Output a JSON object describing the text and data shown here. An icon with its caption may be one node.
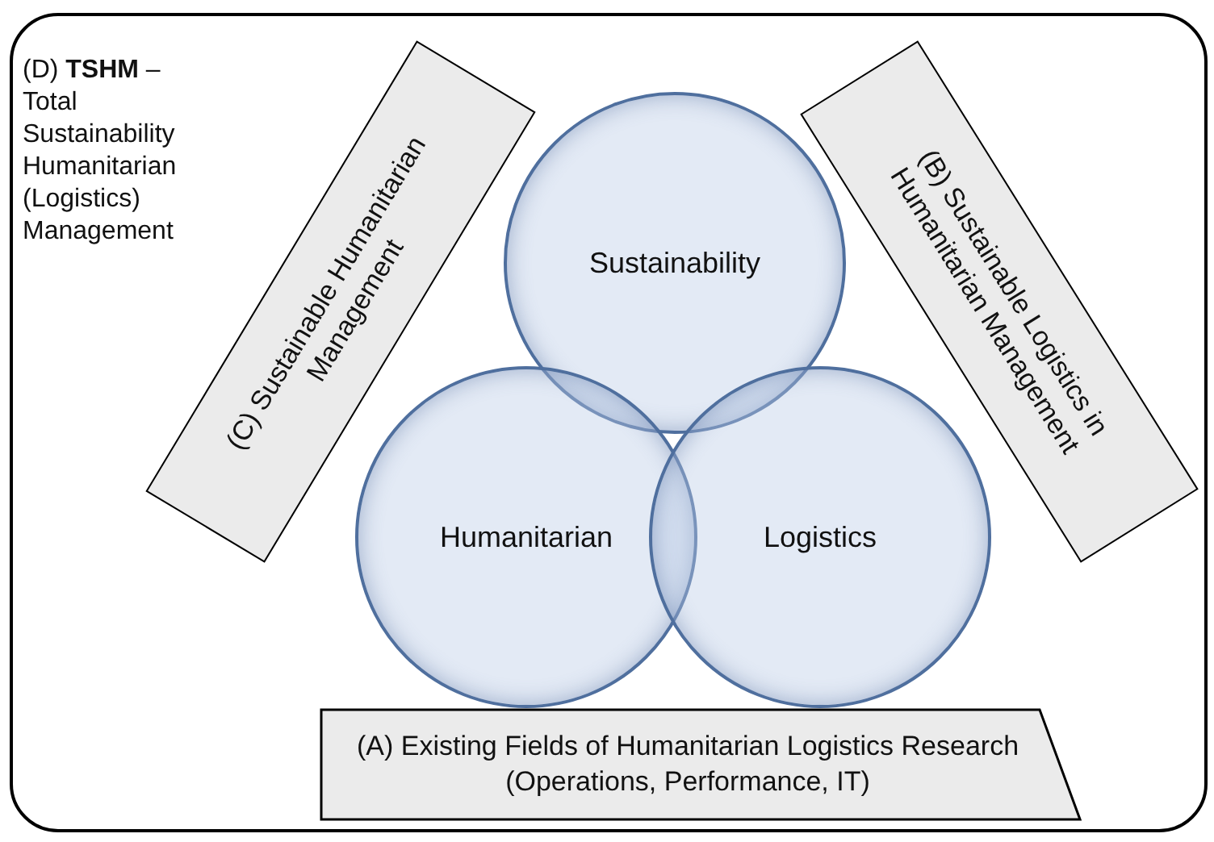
{
  "diagram": {
    "nodes": [
      {
        "text": [
          "(D) **TSHM** – Total Sustainability Humanitarian (Logistics) Management"
        ]
      },
      {
        "text": [
          "(C) Sustainable Humanitarian Management"
        ],
        "in": 0
      },
      {
        "text": [
          "Sustainability"
        ],
        "in": 0
      },
      {
        "text": [
          "(B) Sustainable Logistics in Humanitarian Management"
        ],
        "in": 0
      },
      {
        "text": [
          "Humanitarian"
        ],
        "in": 0
      },
      {
        "text": [
          "Logistics"
        ],
        "in": 0
      },
      {
        "text": [
          "(A) Existing Fields of Humanitarian Logistics Research (Operations, Performance, IT)"
        ],
        "in": 0
      }
    ]
  }
}
